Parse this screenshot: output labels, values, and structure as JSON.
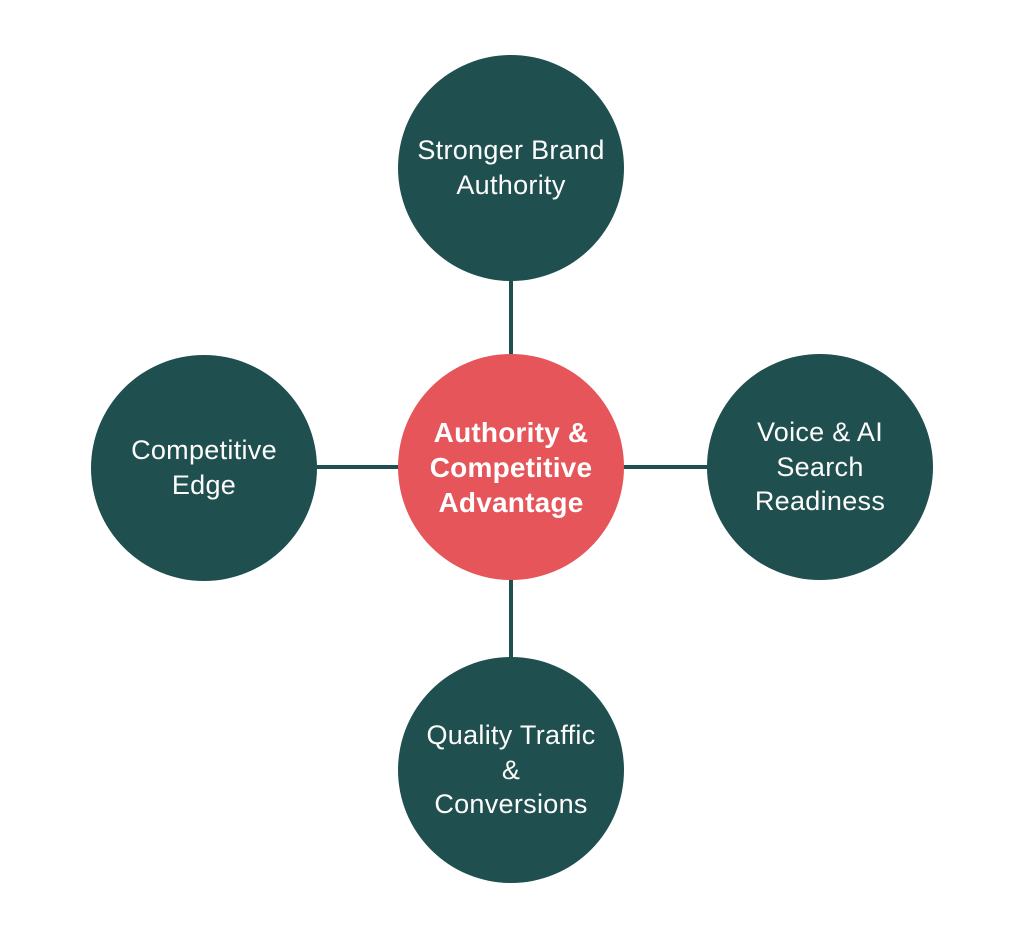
{
  "diagram": {
    "center_node": {
      "label": "Authority &\nCompetitive\nAdvantage"
    },
    "nodes": [
      {
        "id": "top",
        "label": "Stronger Brand\nAuthority"
      },
      {
        "id": "right",
        "label": "Voice & AI\nSearch\nReadiness"
      },
      {
        "id": "bottom",
        "label": "Quality Traffic\n&\nConversions"
      },
      {
        "id": "left",
        "label": "Competitive\nEdge"
      }
    ],
    "colors": {
      "node_fill": "#1f4f4e",
      "center_fill": "#e5555a",
      "connector": "#1f4f4e",
      "text": "#ffffff",
      "background": "#ffffff"
    }
  }
}
